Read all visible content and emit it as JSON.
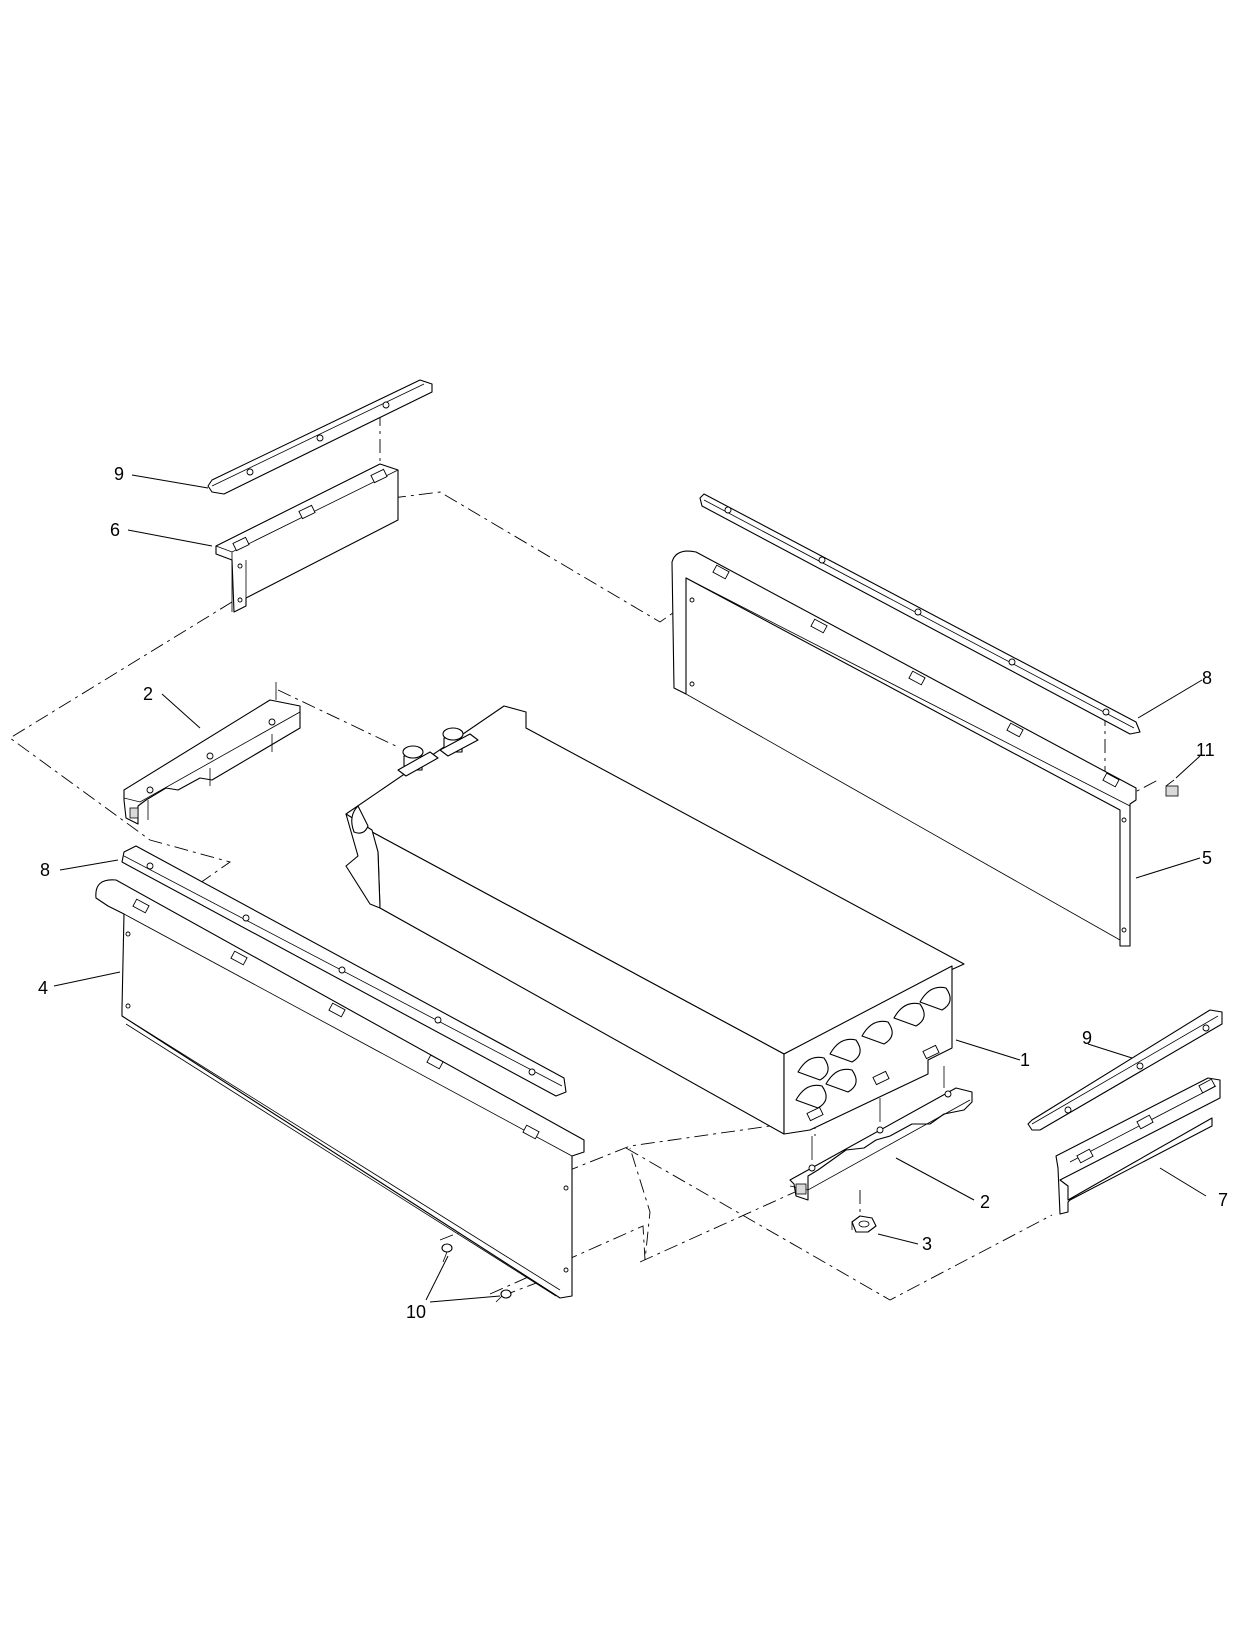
{
  "diagram": {
    "type": "exploded-parts-view",
    "callouts": [
      {
        "id": "c1",
        "label": "1"
      },
      {
        "id": "c2a",
        "label": "2"
      },
      {
        "id": "c2b",
        "label": "2"
      },
      {
        "id": "c3",
        "label": "3"
      },
      {
        "id": "c4",
        "label": "4"
      },
      {
        "id": "c5",
        "label": "5"
      },
      {
        "id": "c6",
        "label": "6"
      },
      {
        "id": "c7",
        "label": "7"
      },
      {
        "id": "c8a",
        "label": "8"
      },
      {
        "id": "c8b",
        "label": "8"
      },
      {
        "id": "c9a",
        "label": "9"
      },
      {
        "id": "c9b",
        "label": "9"
      },
      {
        "id": "c10",
        "label": "10"
      },
      {
        "id": "c11",
        "label": "11"
      }
    ]
  }
}
